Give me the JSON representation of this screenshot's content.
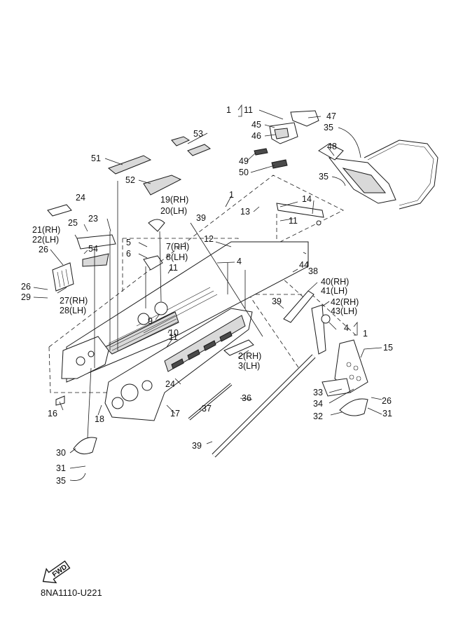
{
  "labels": {
    "l1_top": "1",
    "l11_top": "11",
    "l45": "45",
    "l46": "46",
    "l47": "47",
    "l35_top": "35",
    "l53": "53",
    "l48": "48",
    "l49": "49",
    "l50": "50",
    "l35_rack": "35",
    "l51": "51",
    "l52": "52",
    "l1_frame": "1",
    "l24": "24",
    "l19": "19(RH)",
    "l20": "20(LH)",
    "l39_top": "39",
    "l13": "13",
    "l14": "14",
    "l23": "23",
    "l25": "25",
    "l11_right": "11",
    "l21": "21(RH)",
    "l22": "22(LH)",
    "l12": "12",
    "l5": "5",
    "l7": "7(RH)",
    "l8": "8(LH)",
    "l26_left": "26",
    "l54": "54",
    "l6": "6",
    "l44": "44",
    "l4_mid": "4",
    "l11_mid": "11",
    "l38": "38",
    "l26_b": "26",
    "l29": "29",
    "l27": "27(RH)",
    "l28": "28(LH)",
    "l40": "40(RH)",
    "l41": "41(LH)",
    "l39_mid": "39",
    "l42": "42(RH)",
    "l43": "43(LH)",
    "l9": "9",
    "l4_right": "4",
    "l1_right": "1",
    "l10": "10",
    "l11_low": "11",
    "l15": "15",
    "l2": "2(RH)",
    "l3": "3(LH)",
    "l33": "33",
    "l34": "34",
    "l26_right": "26",
    "l24_low": "24",
    "l36": "36",
    "l32": "32",
    "l31_right": "31",
    "l16": "16",
    "l18": "18",
    "l17": "17",
    "l37": "37",
    "l39_low": "39",
    "l30": "30",
    "l31_left": "31",
    "l35_left": "35"
  },
  "fwd_label": "FWD",
  "diagram_code": "8NA1110-U221"
}
